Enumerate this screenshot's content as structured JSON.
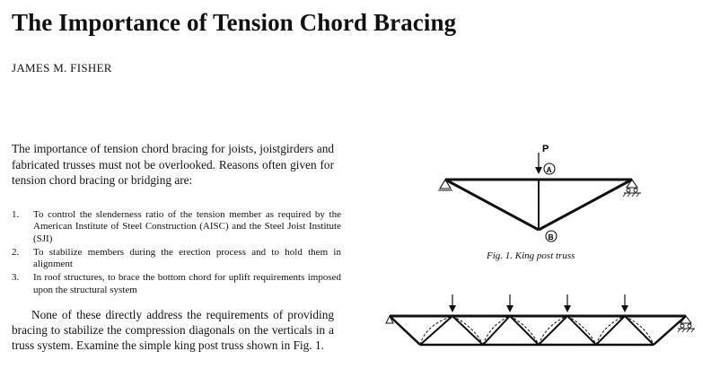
{
  "article": {
    "title": "The Importance of Tension Chord Bracing",
    "author": "JAMES M. FISHER",
    "intro": "The importance of tension chord bracing for joists, joistgirders and fabricated trusses must not be overlooked. Reasons often given for tension chord bracing or bridging are:",
    "reasons": [
      {
        "num": "1.",
        "text": "To control the slenderness ratio of the tension member as required by the American Institute of Steel Construction (AISC) and the Steel Joist Institute (SJI)"
      },
      {
        "num": "2.",
        "text": "To stabilize members during the erection process and to hold them in alignment"
      },
      {
        "num": "3.",
        "text": "In roof structures, to brace the bottom chord for uplift requirements imposed upon the structural system"
      }
    ],
    "para2": "None of these directly address the requirements of providing bracing to stabilize the compression diagonals on the verticals in a truss system. Examine the simple king post truss shown in Fig. 1."
  },
  "figure1": {
    "load_label": "P",
    "node_a": "A",
    "node_b": "B",
    "caption": "Fig. 1. King post truss"
  }
}
